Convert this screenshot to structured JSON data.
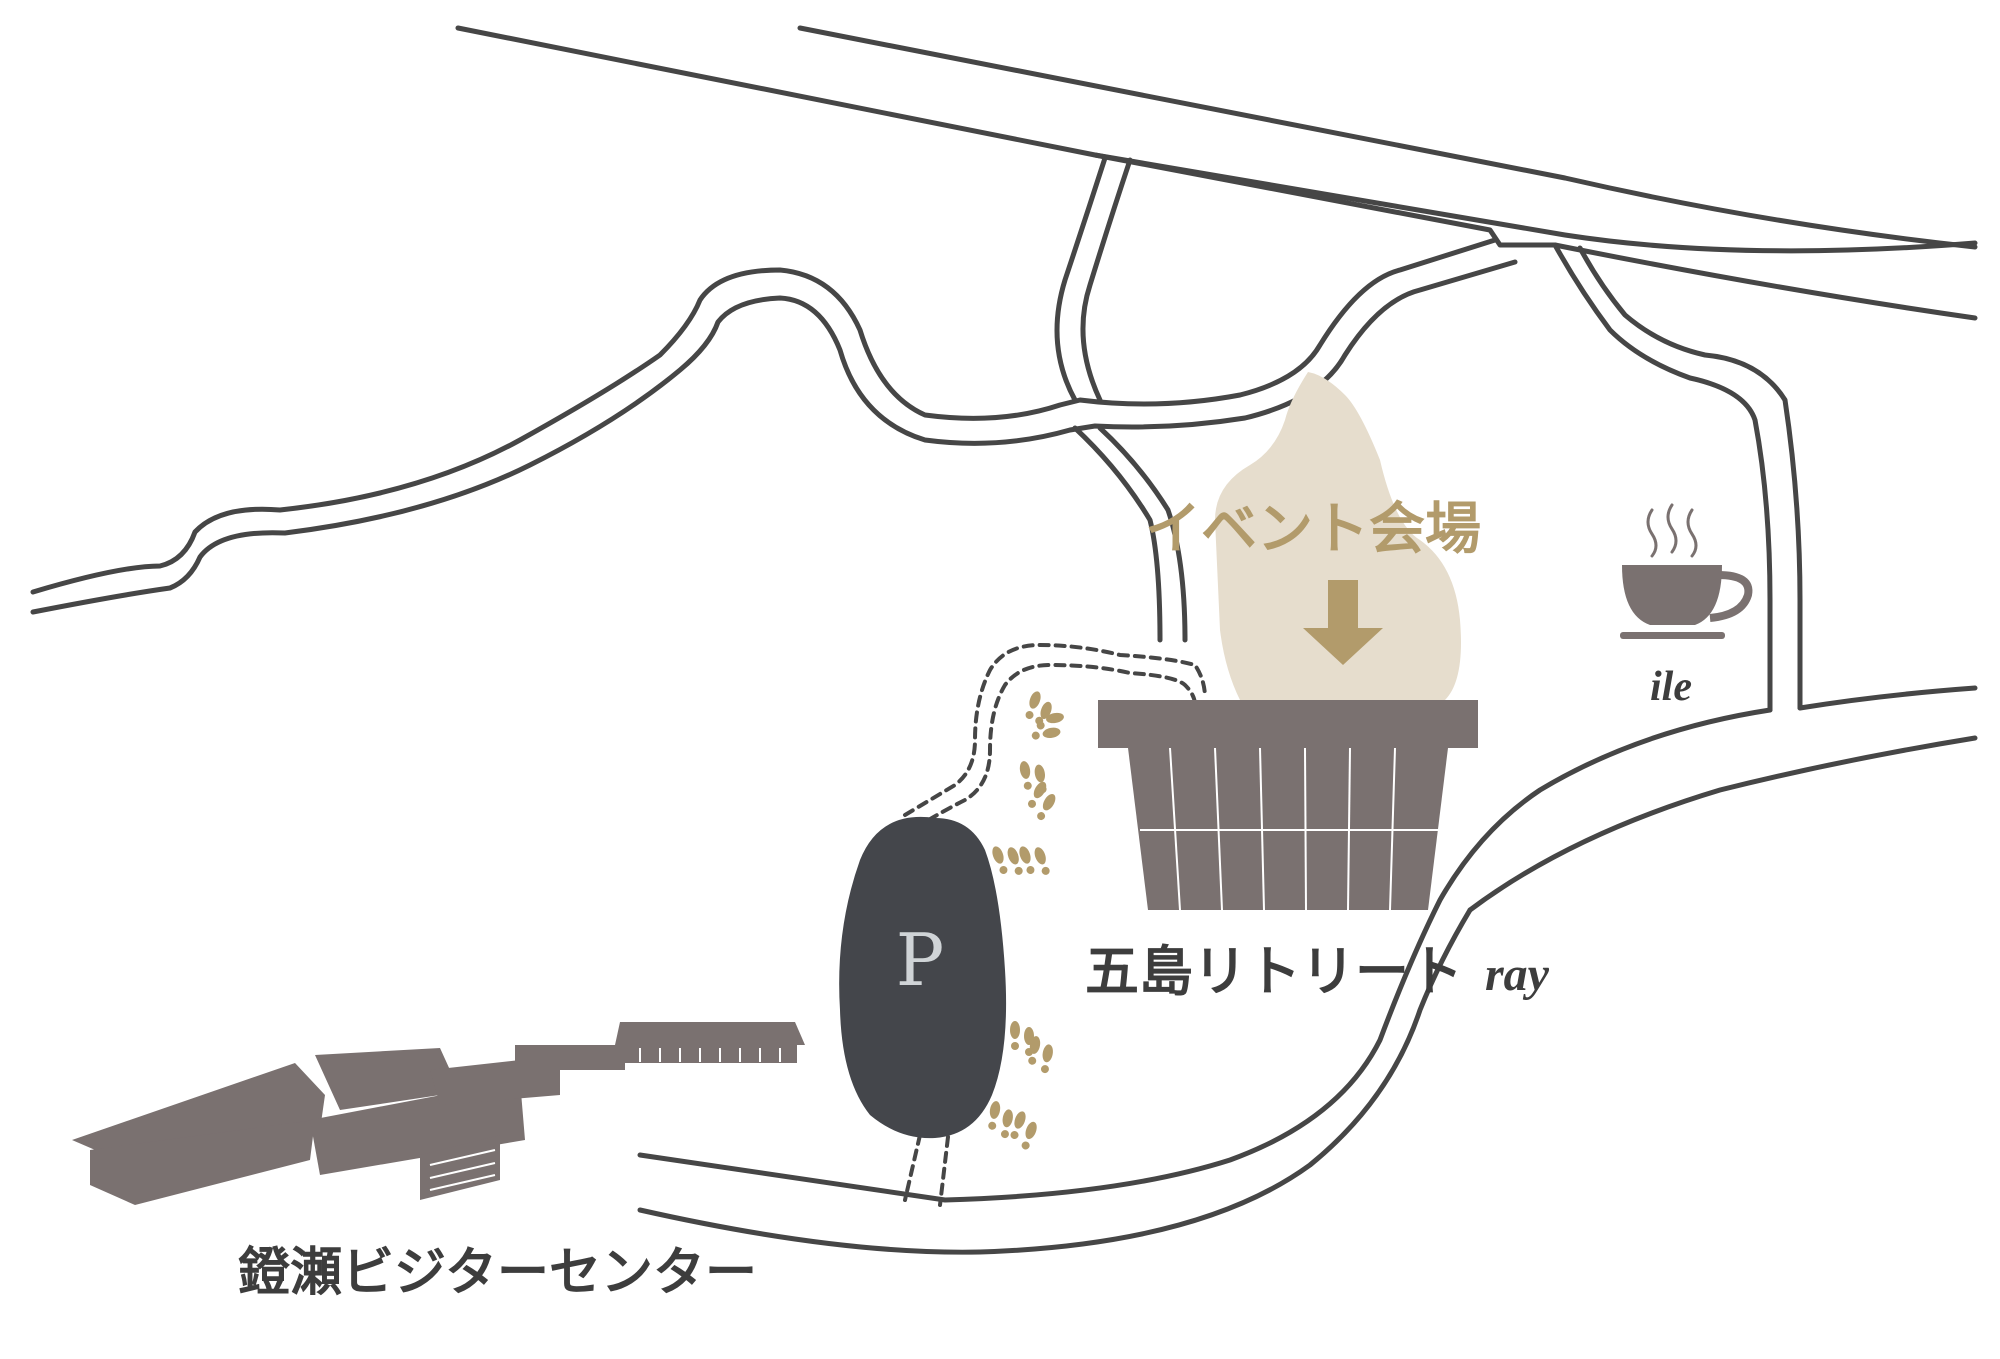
{
  "labels": {
    "event_venue": "イベント会場",
    "retreat": "五島リトリート",
    "retreat_suffix": "ray",
    "cafe": "ile",
    "parking": "P",
    "visitor_center": "鐙瀬ビジターセンター"
  },
  "icons": {
    "cafe": "coffee-cup-icon",
    "arrow": "arrow-down-icon",
    "footprints": "footprints-icon",
    "parking": "parking-icon"
  },
  "colors": {
    "road": "#464646",
    "gold": "#b29b6b",
    "venue_area": "#e6ddcd",
    "building": "#7a7170",
    "parking": "#44464b",
    "parking_letter": "#d0d4d7",
    "text_dark": "#3d3d3d"
  }
}
